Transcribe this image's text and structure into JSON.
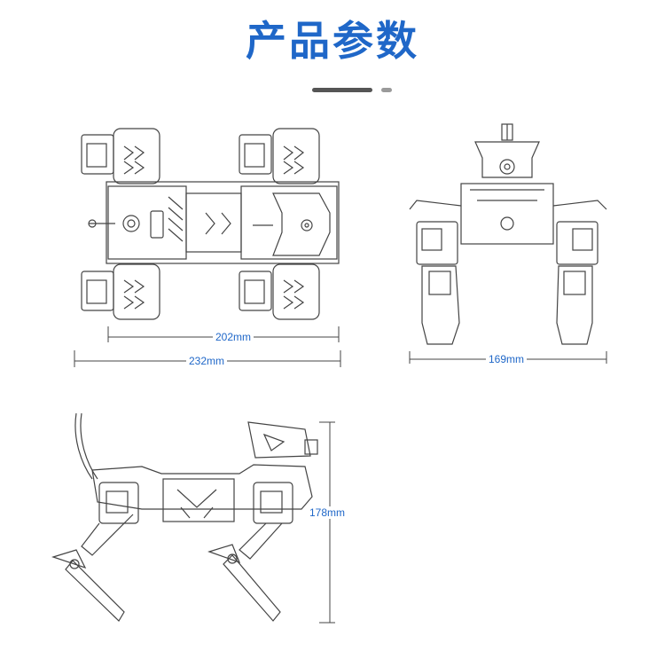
{
  "title": "产品参数",
  "dimensions": {
    "inner_length": "202mm",
    "total_length": "232mm",
    "width": "169mm",
    "height": "178mm"
  },
  "colors": {
    "accent": "#1f67c8",
    "line": "#444444",
    "divider": "#555555"
  }
}
